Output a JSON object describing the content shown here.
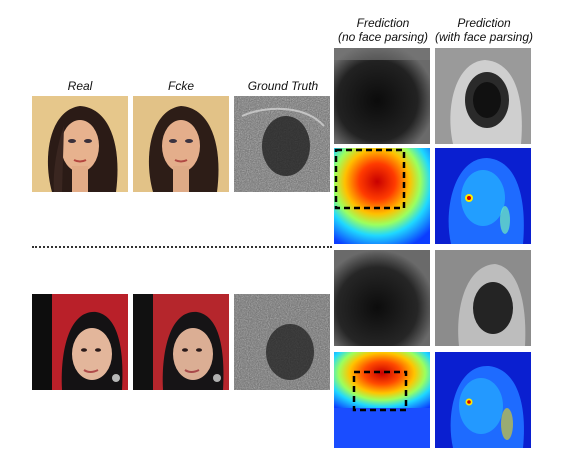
{
  "columns": {
    "real": "Real",
    "fake": "Fcke",
    "ground_truth": "Ground Truth",
    "pred_no_parsing_line1": "Frediction",
    "pred_no_parsing_line2": "(no face parsing)",
    "pred_with_parsing_line1": "Prediction",
    "pred_with_parsing_line2": "(with face parsing)"
  },
  "rows": [
    {
      "name": "example-1",
      "face_skin": "#e9b38f",
      "hair": "#2a1a16",
      "background": "#e7c98a"
    },
    {
      "name": "example-2",
      "face_skin": "#e0b49a",
      "hair": "#121012",
      "background": "#b8222a"
    }
  ],
  "colors": {
    "heatmap_low": "#0a3dff",
    "heatmap_high": "#d81e05",
    "bbox_stroke": "#000000"
  }
}
